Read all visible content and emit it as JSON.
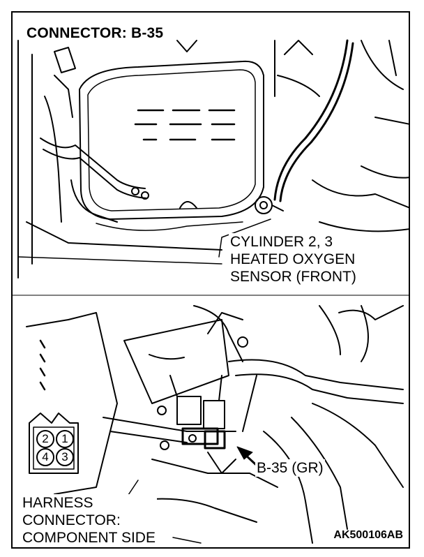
{
  "title": "CONNECTOR: B-35",
  "sensor_label": {
    "line1": "CYLINDER 2, 3",
    "line2": "HEATED OXYGEN",
    "line3": "SENSOR (FRONT)"
  },
  "connector_callout": "B-35 (GR)",
  "harness_label": {
    "line1": "HARNESS",
    "line2": "CONNECTOR:",
    "line3": "COMPONENT SIDE"
  },
  "pins": [
    "2",
    "1",
    "4",
    "3"
  ],
  "figure_code": "AK500106AB"
}
